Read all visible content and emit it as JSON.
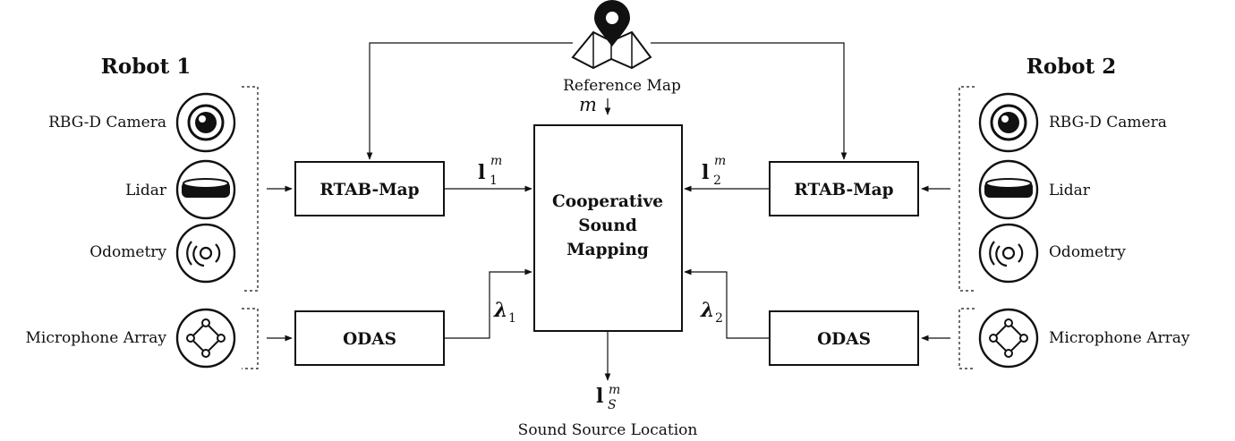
{
  "robot1": {
    "title": "Robot 1",
    "sensors": [
      "RBG-D Camera",
      "Lidar",
      "Odometry"
    ],
    "mic": "Microphone Array",
    "rtab": "RTAB-Map",
    "odas": "ODAS"
  },
  "robot2": {
    "title": "Robot 2",
    "sensors": [
      "RBG-D Camera",
      "Lidar",
      "Odometry"
    ],
    "mic": "Microphone Array",
    "rtab": "RTAB-Map",
    "odas": "ODAS"
  },
  "reference_map": {
    "label": "Reference Map",
    "symbol": "m"
  },
  "center": {
    "line1": "Cooperative",
    "line2": "Sound",
    "line3": "Mapping"
  },
  "signals": {
    "l1_base": "l",
    "l1_sup": "m",
    "l1_sub": "1",
    "l2_base": "l",
    "l2_sup": "m",
    "l2_sub": "2",
    "lambda1_base": "λ",
    "lambda1_sub": "1",
    "lambda2_base": "λ",
    "lambda2_sub": "2",
    "ls_base": "l",
    "ls_sup": "m",
    "ls_sub": "S"
  },
  "output": {
    "label": "Sound Source Location"
  },
  "icons": {
    "map": "map-pin-icon",
    "camera": "camera-lens-icon",
    "lidar": "lidar-icon",
    "odometry": "odometry-icon",
    "microphone": "microphone-array-icon"
  }
}
